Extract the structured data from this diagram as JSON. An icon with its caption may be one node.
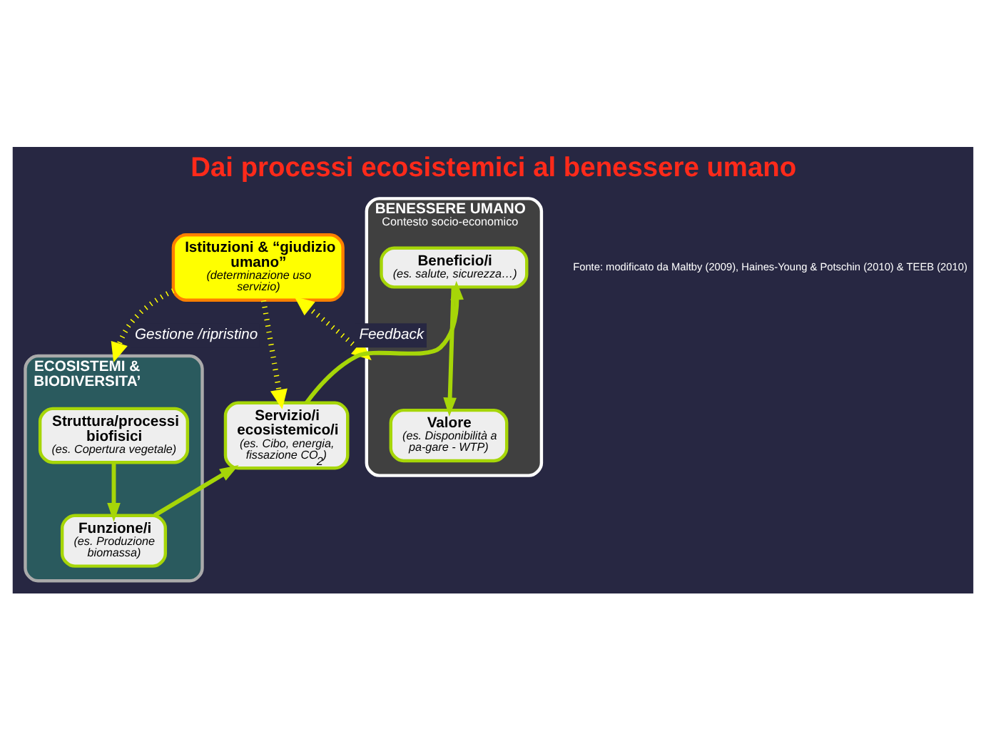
{
  "diagram": {
    "title": "Dai processi ecosistemici al benessere umano",
    "nodes": [
      {
        "text": [
          "Istituzioni & “giudizio umano”",
          "(determinazione uso servizio)"
        ]
      },
      {
        "text": [
          "ECOSISTEMI & BIODIVERSITA’"
        ]
      },
      {
        "text": [
          "Struttura/processi biofisici",
          "(es. Copertura vegetale)"
        ],
        "in": 1
      },
      {
        "text": [
          "Funzione/i",
          "(es. Produzione biomassa)"
        ],
        "in": 1
      },
      {
        "text": [
          "Servizio/i ecosistemico/i",
          "(es. Cibo, energia, fissazione CO$_{2}$)"
        ]
      },
      {
        "text": [
          "BENESSERE UMANO",
          "Contesto socio-economico"
        ]
      },
      {
        "text": [
          "Valore",
          "(es. Disponibilità a pa-gare - WTP)"
        ],
        "in": 5
      },
      {
        "text": [
          "Beneficio/i",
          "(es. salute, sicurezza…)"
        ],
        "in": 5
      }
    ],
    "edges": [
      {
        "from": 0,
        "to": 1,
        "arrow": "to",
        "label": "Gestione /ripristino",
        "style": "dashed",
        "color": "#ffff00"
      },
      {
        "from": 0,
        "to": 5,
        "arrow": "both",
        "label": "Feedback",
        "style": "dashed",
        "color": "#ffff00"
      },
      {
        "from": 0,
        "to": 4,
        "arrow": "to",
        "style": "dashed",
        "color": "#ffff00"
      },
      {
        "from": 2,
        "to": 3,
        "arrow": "to"
      },
      {
        "from": 3,
        "to": 4,
        "arrow": "to"
      },
      {
        "from": 4,
        "to": 7,
        "arrow": "to"
      },
      {
        "from": 7,
        "to": 6,
        "arrow": "to"
      }
    ],
    "labels": [
      "Fonte: modificato da Maltby (2009), Haines-Young & Potschin (2010) & TEEB (2010)"
    ]
  }
}
